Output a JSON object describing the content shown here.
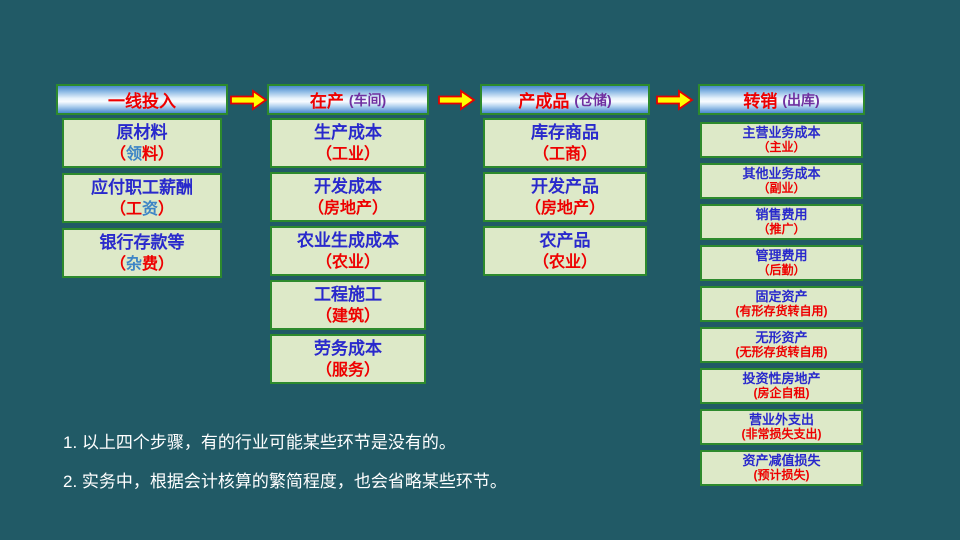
{
  "colors": {
    "background": "#215a66",
    "header_blue": "#4a89cf",
    "green_border": "#2d8a2d",
    "box_fill": "#dde9c8",
    "red": "#ee0000",
    "blue": "#2929cc",
    "purple": "#7030a0",
    "light_blue": "#3d85c6",
    "arrow_fill": "#ffff00",
    "arrow_border": "#e60000",
    "note_text": "#ffffff"
  },
  "flow": {
    "arrow_icon": "block-arrow-right",
    "columns": [
      {
        "header": {
          "title": "一线投入",
          "sub": ""
        },
        "items": [
          {
            "top": "原材料",
            "bottom": [
              {
                "text": "（",
                "color": "red"
              },
              {
                "text": "领",
                "color": "light_blue"
              },
              {
                "text": "料）",
                "color": "red"
              }
            ]
          },
          {
            "top": "应付职工薪酬",
            "bottom": [
              {
                "text": "（工",
                "color": "red"
              },
              {
                "text": "资",
                "color": "light_blue"
              },
              {
                "text": "）",
                "color": "red"
              }
            ]
          },
          {
            "top": "银行存款等",
            "bottom": [
              {
                "text": "（",
                "color": "red"
              },
              {
                "text": "杂",
                "color": "light_blue"
              },
              {
                "text": "费）",
                "color": "red"
              }
            ]
          }
        ]
      },
      {
        "header": {
          "title": "在产",
          "sub": "(车间)"
        },
        "items": [
          {
            "top": "生产成本",
            "bottom": [
              {
                "text": "（工业）",
                "color": "red"
              }
            ]
          },
          {
            "top": "开发成本",
            "bottom": [
              {
                "text": "（房地产）",
                "color": "red"
              }
            ]
          },
          {
            "top": "农业生成成本",
            "bottom": [
              {
                "text": "（农业）",
                "color": "red"
              }
            ]
          },
          {
            "top": "工程施工",
            "bottom": [
              {
                "text": "（建筑）",
                "color": "red"
              }
            ]
          },
          {
            "top": "劳务成本",
            "bottom": [
              {
                "text": "（服务）",
                "color": "red"
              }
            ]
          }
        ]
      },
      {
        "header": {
          "title": "产成品",
          "sub": "(仓储)"
        },
        "items": [
          {
            "top": "库存商品",
            "bottom": [
              {
                "text": "（工商）",
                "color": "red"
              }
            ]
          },
          {
            "top": "开发产品",
            "bottom": [
              {
                "text": "（房地产）",
                "color": "red"
              }
            ]
          },
          {
            "top": "农产品",
            "bottom": [
              {
                "text": "（农业）",
                "color": "red"
              }
            ]
          }
        ]
      },
      {
        "header": {
          "title": "转销",
          "sub": "(出库)"
        },
        "items": [
          {
            "top": "主营业务成本",
            "bottom": [
              {
                "text": "（主业）",
                "color": "red"
              }
            ]
          },
          {
            "top": "其他业务成本",
            "bottom": [
              {
                "text": "（副业）",
                "color": "red"
              }
            ]
          },
          {
            "top": "销售费用",
            "bottom": [
              {
                "text": "（推广）",
                "color": "red"
              }
            ]
          },
          {
            "top": "管理费用",
            "bottom": [
              {
                "text": "（后勤）",
                "color": "red"
              }
            ]
          },
          {
            "top": "固定资产",
            "bottom": [
              {
                "text": "(有形存货转自用)",
                "color": "red"
              }
            ]
          },
          {
            "top": "无形资产",
            "bottom": [
              {
                "text": "(无形存货转自用)",
                "color": "red"
              }
            ]
          },
          {
            "top": "投资性房地产",
            "bottom": [
              {
                "text": "(房企自租)",
                "color": "red"
              }
            ]
          },
          {
            "top": "营业外支出",
            "bottom": [
              {
                "text": "(非常损失支出)",
                "color": "red"
              }
            ]
          },
          {
            "top": "资产减值损失",
            "bottom": [
              {
                "text": "(预计损失)",
                "color": "red"
              }
            ]
          }
        ]
      }
    ]
  },
  "notes": [
    "1. 以上四个步骤，有的行业可能某些环节是没有的。",
    "2. 实务中，根据会计核算的繁简程度，也会省略某些环节。"
  ]
}
